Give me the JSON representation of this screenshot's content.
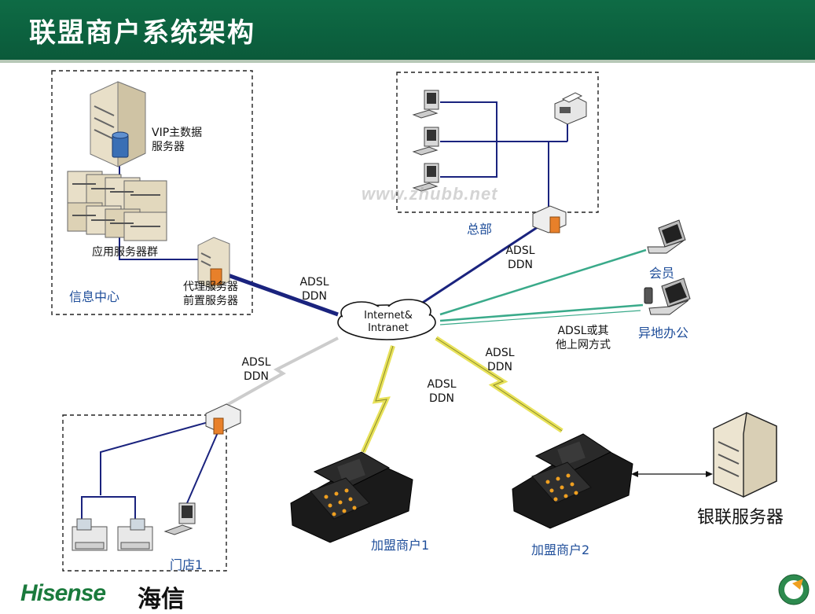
{
  "header": {
    "title": "联盟商户系统架构"
  },
  "info_center": {
    "label": "信息中心",
    "vip_server": "VIP主数据\n服务器",
    "app_servers": "应用服务器群",
    "proxy_server": "代理服务器\n前置服务器"
  },
  "hq": {
    "label": "总部"
  },
  "store": {
    "label": "门店1"
  },
  "cloud": {
    "label": "Internet&\nIntranet"
  },
  "links": {
    "info_center": "ADSL\nDDN",
    "hq": "ADSL\nDDN",
    "store": "ADSL\nDDN",
    "merchant1": "ADSL\nDDN",
    "merchant2": "ADSL\nDDN",
    "remote": "ADSL或其\n他上网方式"
  },
  "member": {
    "label": "会员"
  },
  "remote_office": {
    "label": "异地办公"
  },
  "merchant1": {
    "label": "加盟商户1"
  },
  "merchant2": {
    "label": "加盟商户2"
  },
  "unionpay": {
    "label": "银联服务器"
  },
  "watermark": "www.zhubb.net",
  "footer": {
    "brand": "Hisense",
    "brand_cn": "海信"
  },
  "colors": {
    "header": "#0b5a3a",
    "blue_link": "#1a237e",
    "green_link": "#3aaa8a",
    "label_blue": "#1f4e9a"
  },
  "icons": [
    "server-icon",
    "server-rack-icon",
    "database-icon",
    "pc-icon",
    "printer-icon",
    "router-icon",
    "laptop-icon",
    "pos-terminal-icon",
    "cash-register-icon",
    "cloud-icon",
    "lightning-icon",
    "logo-icon"
  ]
}
